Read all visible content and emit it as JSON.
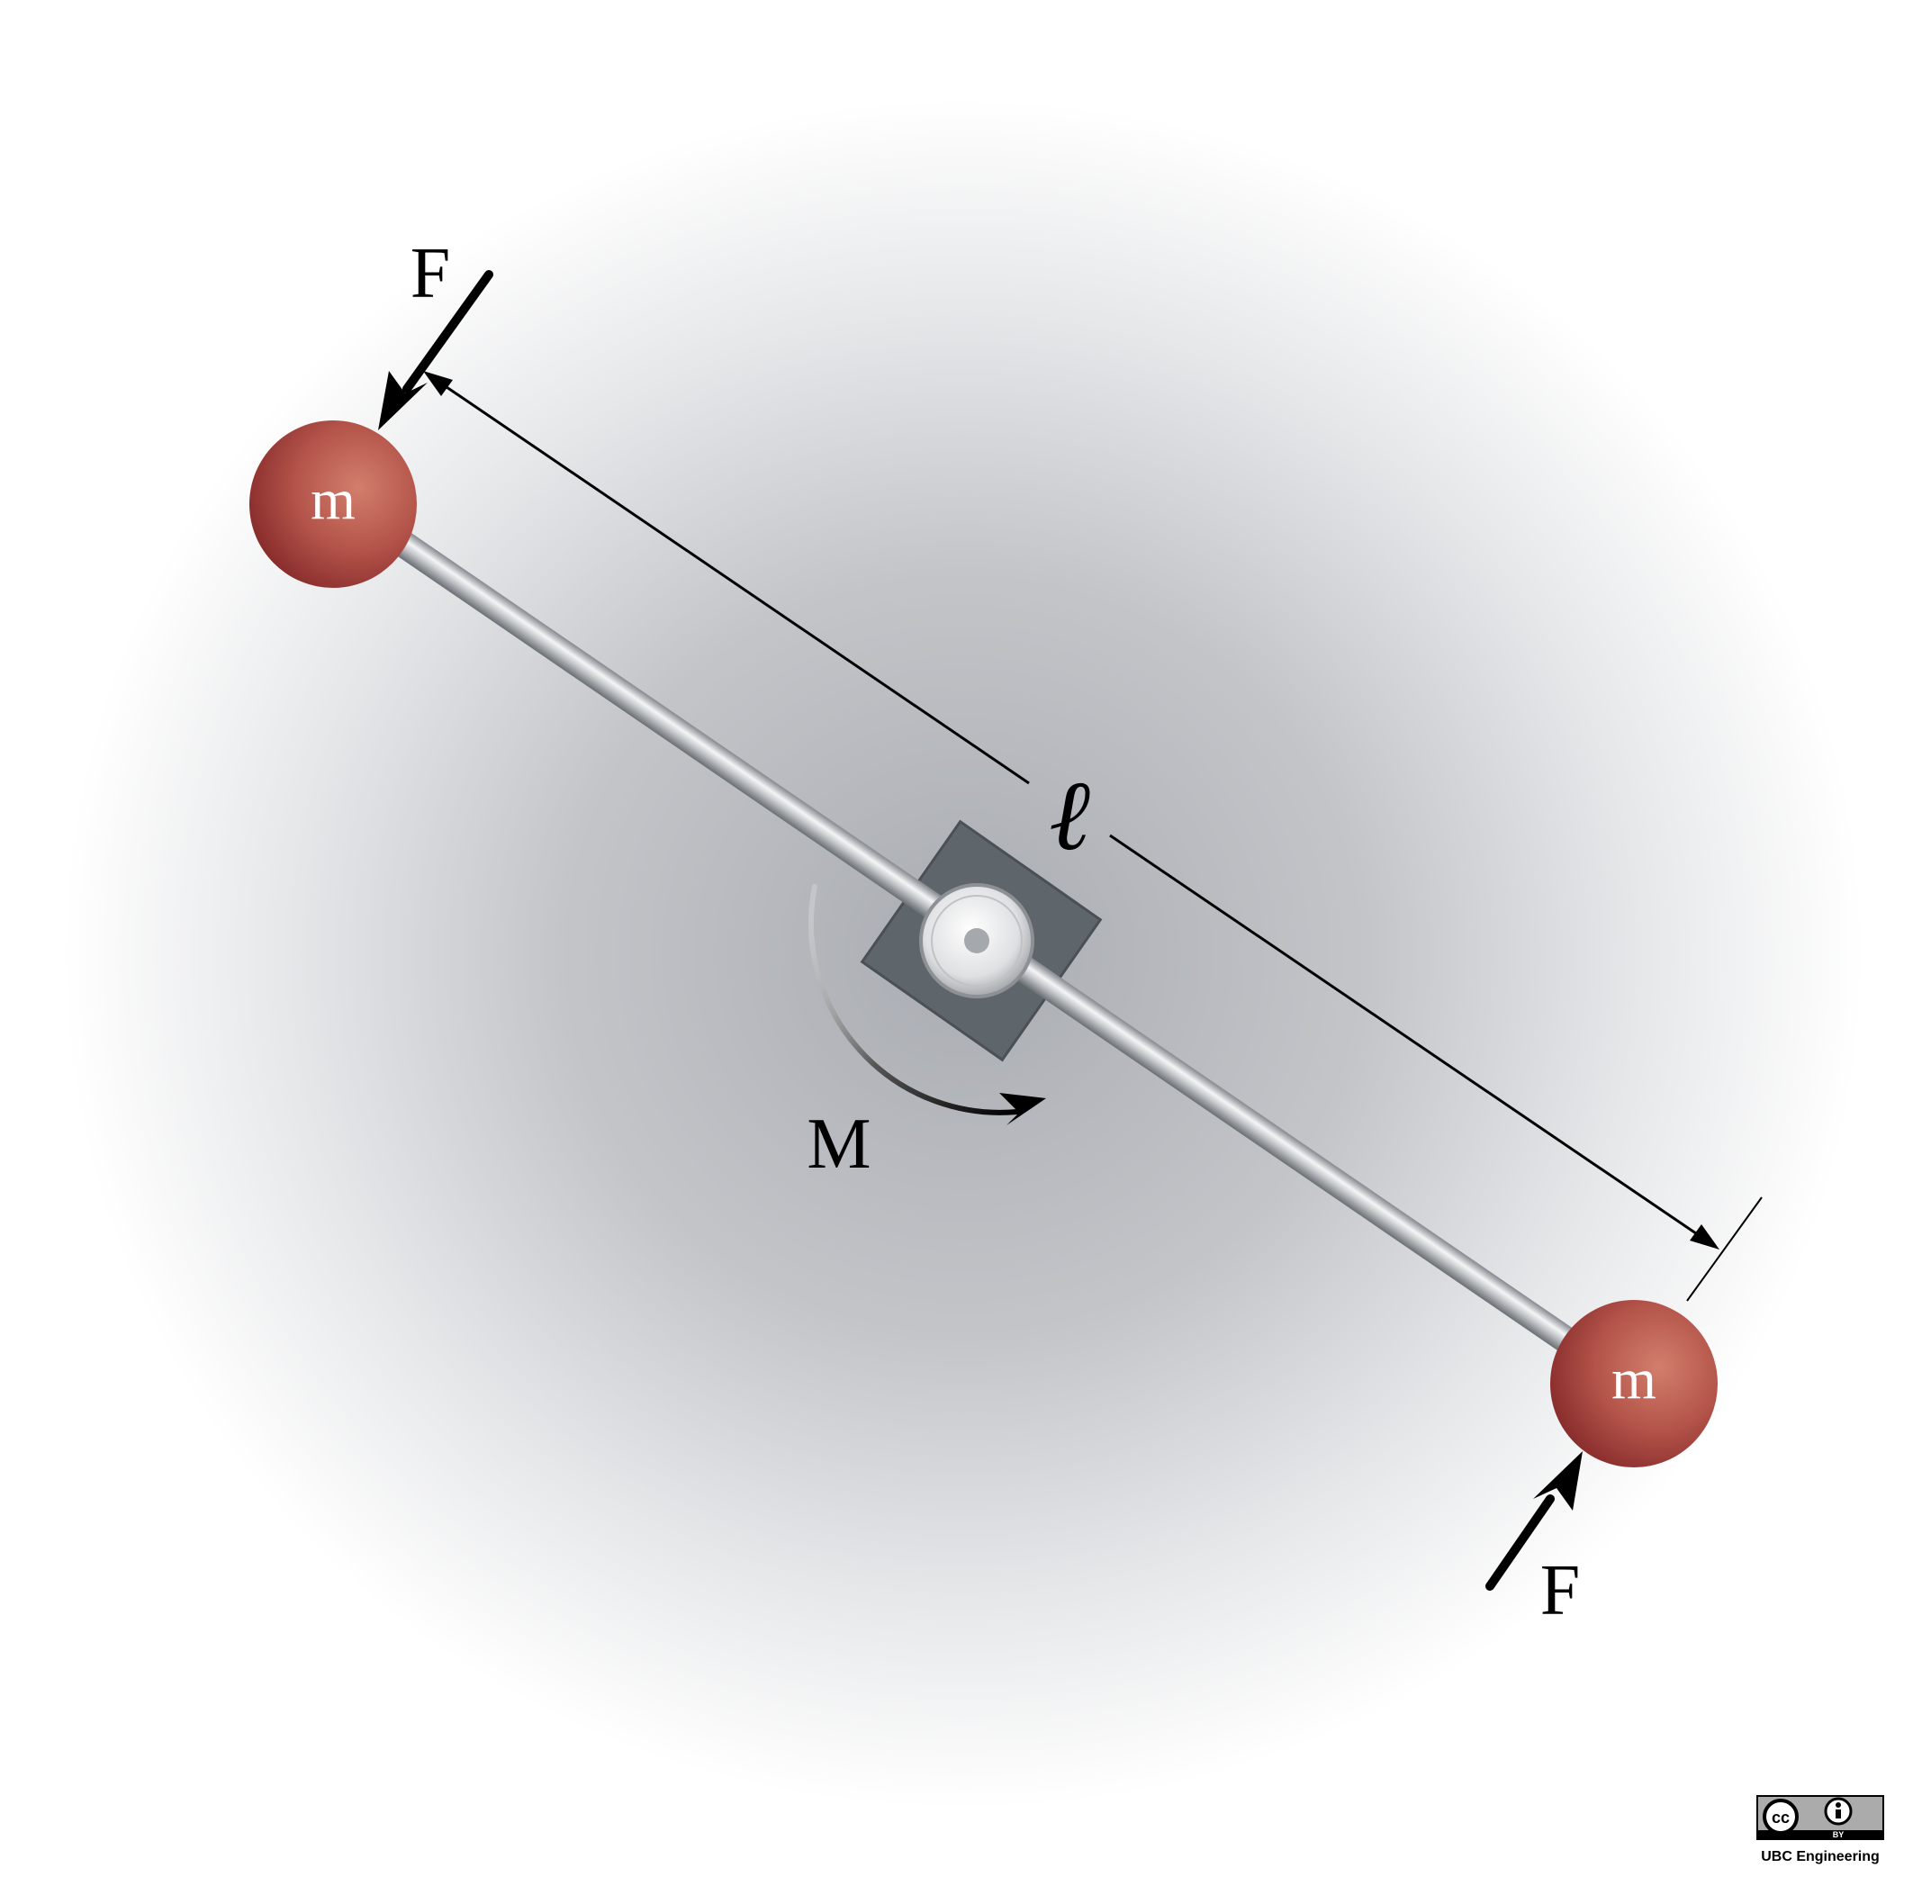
{
  "labels": {
    "force_top": "F",
    "force_bottom": "F",
    "mass_left": "m",
    "mass_right": "m",
    "length": "ℓ",
    "moment": "M"
  },
  "license": {
    "cc": "cc",
    "by": "BY",
    "credit": "UBC Engineering"
  },
  "colors": {
    "mass": "#b5524a",
    "rod": "#c8ccd0",
    "bracket": "#5f666b",
    "arrow": "#000000"
  }
}
